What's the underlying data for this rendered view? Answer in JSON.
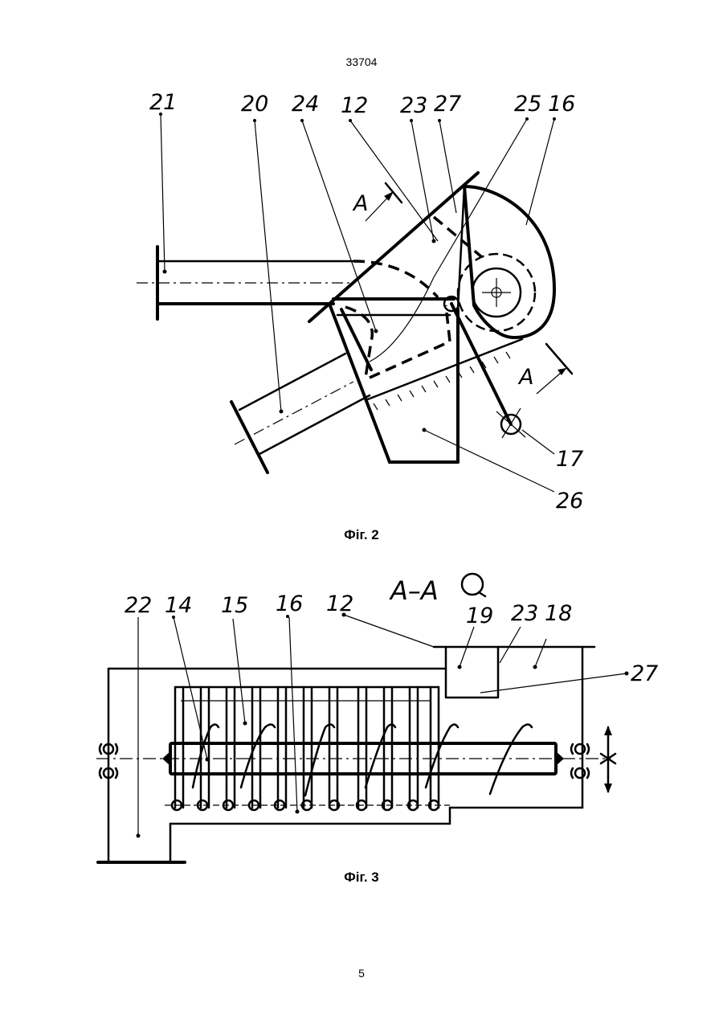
{
  "header": {
    "doc_number": "33704"
  },
  "footer": {
    "page_number": "5"
  },
  "figure2": {
    "caption": "Фіг. 2",
    "labels": {
      "l21": "21",
      "l20": "20",
      "l24": "24",
      "l12": "12",
      "l23": "23",
      "l27": "27",
      "l25": "25",
      "l16": "16",
      "l17": "17",
      "l26": "26",
      "a_top": "A",
      "a_bottom": "A"
    }
  },
  "figure3": {
    "caption": "Фіг. 3",
    "section_title": "A–A",
    "labels": {
      "l22": "22",
      "l14": "14",
      "l15": "15",
      "l16": "16",
      "l12": "12",
      "l19": "19",
      "l23": "23",
      "l18": "18",
      "l27": "27"
    }
  }
}
